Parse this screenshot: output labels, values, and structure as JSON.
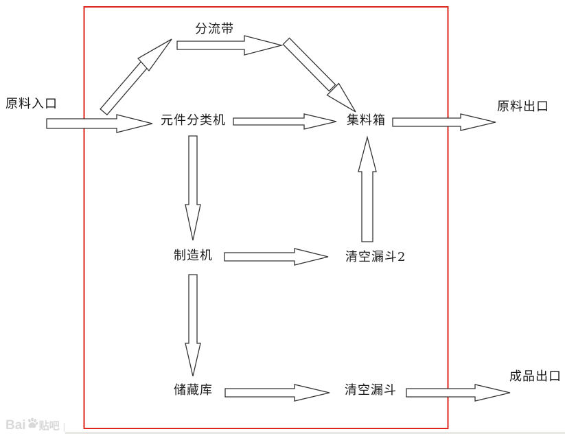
{
  "nodes": {
    "inlet": "原料入口",
    "belt": "分流带",
    "sorter": "元件分类机",
    "collector": "集料箱",
    "outlet": "原料出口",
    "maker": "制造机",
    "hopper2": "清空漏斗2",
    "storage": "储藏库",
    "hopper": "清空漏斗",
    "product_outlet": "成品出口"
  },
  "edges": [
    {
      "from": "原料入口",
      "to": "元件分类机",
      "style": "horizontal-block-arrow"
    },
    {
      "from": "元件分类机",
      "to": "分流带",
      "style": "diagonal-up-block-arrow"
    },
    {
      "from": "分流带",
      "to": "集料箱",
      "style": "horizontal-then-diagonal-down-block-arrow"
    },
    {
      "from": "元件分类机",
      "to": "集料箱",
      "style": "horizontal-block-arrow"
    },
    {
      "from": "集料箱",
      "to": "原料出口",
      "style": "horizontal-block-arrow"
    },
    {
      "from": "元件分类机",
      "to": "制造机",
      "style": "vertical-down-block-arrow"
    },
    {
      "from": "制造机",
      "to": "清空漏斗2",
      "style": "horizontal-block-arrow"
    },
    {
      "from": "清空漏斗2",
      "to": "集料箱",
      "style": "vertical-up-block-arrow"
    },
    {
      "from": "制造机",
      "to": "储藏库",
      "style": "vertical-down-block-arrow"
    },
    {
      "from": "储藏库",
      "to": "清空漏斗",
      "style": "horizontal-block-arrow"
    },
    {
      "from": "清空漏斗",
      "to": "成品出口",
      "style": "horizontal-block-arrow"
    }
  ],
  "watermark": {
    "brand": "Bai",
    "paw_icon": "baidu-paw-icon",
    "suffix": "贴吧",
    "separator": "|"
  },
  "colors": {
    "frame_red": "#de241f",
    "line": "#333333",
    "text": "#1a1a1a",
    "watermark": "#d9d9d9"
  }
}
